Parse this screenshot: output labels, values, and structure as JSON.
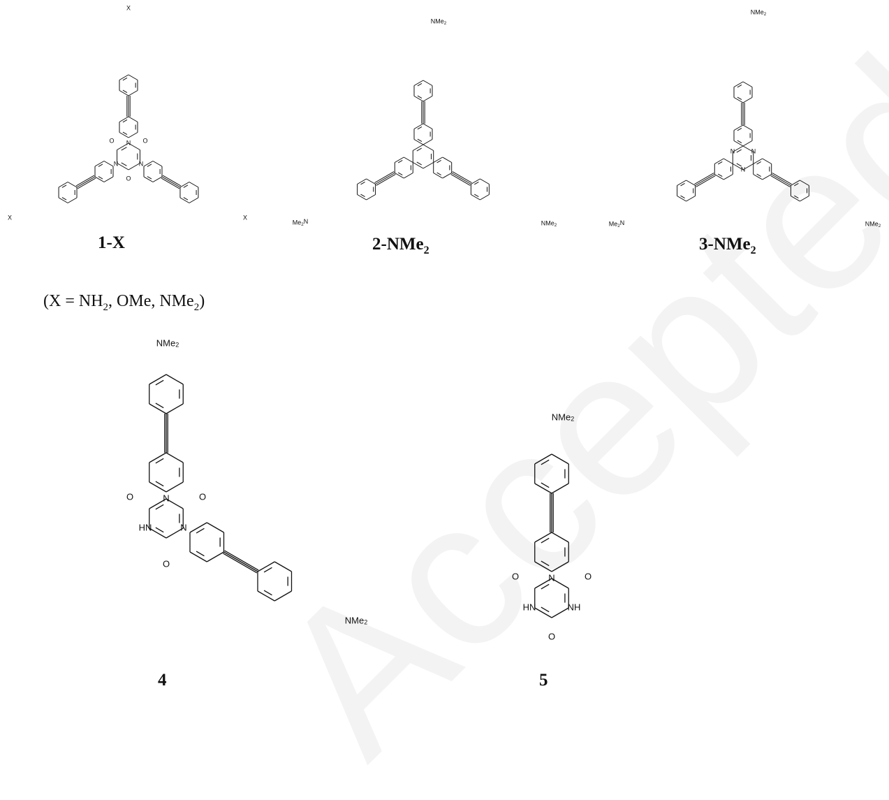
{
  "watermark": "Accepted manuscript",
  "atoms": {
    "x": "X",
    "o": "O",
    "n": "N",
    "hn": "HN",
    "nh": "NH",
    "nme2": "NMe",
    "me2n": "Me",
    "two": "2",
    "n_suffix": "N"
  },
  "compounds": [
    {
      "id": "1",
      "label_main": "1-X",
      "label_sub": ""
    },
    {
      "id": "2",
      "label_main": "2-NMe",
      "label_sub": "2"
    },
    {
      "id": "3",
      "label_main": "3-NMe",
      "label_sub": "2"
    },
    {
      "id": "4",
      "label_main": "4",
      "label_sub": ""
    },
    {
      "id": "5",
      "label_main": "5",
      "label_sub": ""
    }
  ],
  "substituent_note": {
    "prefix": "(X = NH",
    "sub1": "2",
    "middle": ", OMe, NMe",
    "sub2": "2",
    "suffix": ")"
  }
}
